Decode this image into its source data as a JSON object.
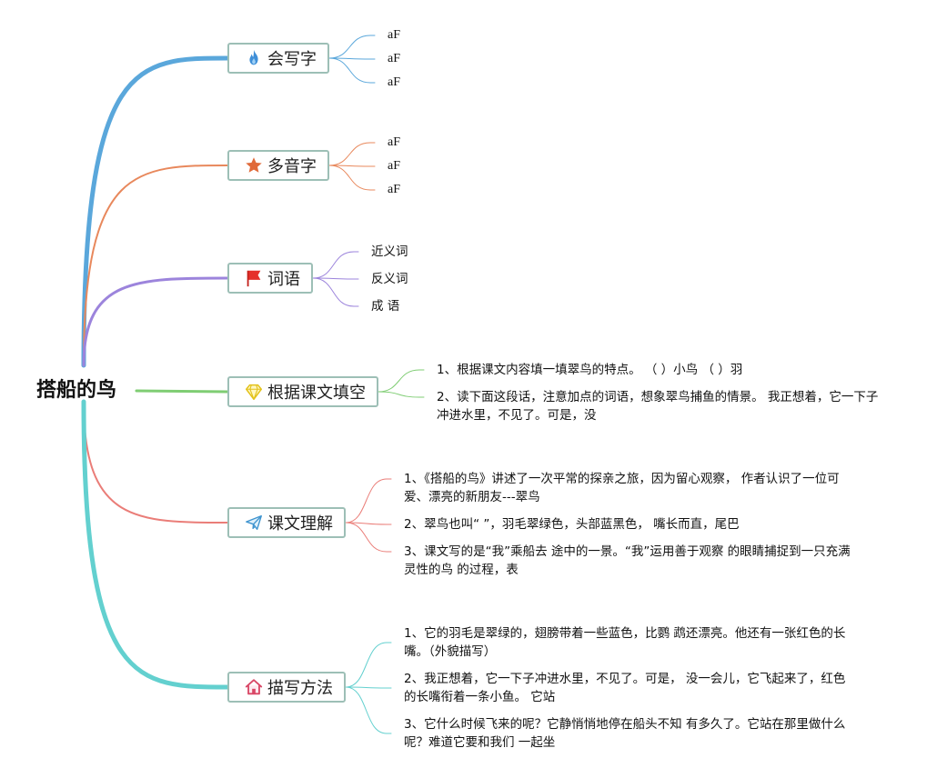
{
  "root": {
    "title": "搭船的鸟"
  },
  "branches": [
    {
      "label": "会写字",
      "icon": "flame-icon",
      "color": "#5aa7db",
      "children": [
        "aF",
        "aF",
        "aF"
      ]
    },
    {
      "label": "多音字",
      "icon": "star-icon",
      "color": "#e8885c",
      "children": [
        "aF",
        "aF",
        "aF"
      ]
    },
    {
      "label": "词语",
      "icon": "flag-icon",
      "color": "#9c84dc",
      "children": [
        "近义词",
        "反义词",
        "成 语"
      ]
    },
    {
      "label": "根据课文填空",
      "icon": "diamond-icon",
      "color": "#7fcd73",
      "children": [
        "1、根据课文内容填一填翠鸟的特点。 （ ）小鸟 （ ）羽",
        "2、读下面这段话，注意加点的词语，想象翠鸟捕鱼的情景。 我正想着，它一下子冲进水里，不见了。可是，没"
      ]
    },
    {
      "label": "课文理解",
      "icon": "paper-plane-icon",
      "color": "#ea7d78",
      "children": [
        "1、《搭船的鸟》讲述了一次平常的探亲之旅，因为留心观察， 作者认识了一位可爱、漂亮的新朋友---翠鸟",
        "2、翠鸟也叫“ ”，羽毛翠绿色，头部蓝黑色， 嘴长而直，尾巴",
        "3、课文写的是“我”乘船去 途中的一景。“我”运用善于观察 的眼睛捕捉到一只充满灵性的鸟 的过程，表"
      ]
    },
    {
      "label": "描写方法",
      "icon": "home-icon",
      "color": "#63d0cf",
      "children": [
        "1、它的羽毛是翠绿的，翅膀带着一些蓝色，比鹦 鹉还漂亮。他还有一张红色的长嘴。（外貌描写）",
        "2、我正想着，它一下子冲进水里，不见了。可是， 没一会儿，它飞起来了，红色的长嘴衔着一条小鱼。 它站",
        "3、它什么时候飞来的呢？它静悄悄地停在船头不知 有多久了。它站在那里做什么呢？难道它要和我们 一起坐"
      ]
    }
  ]
}
